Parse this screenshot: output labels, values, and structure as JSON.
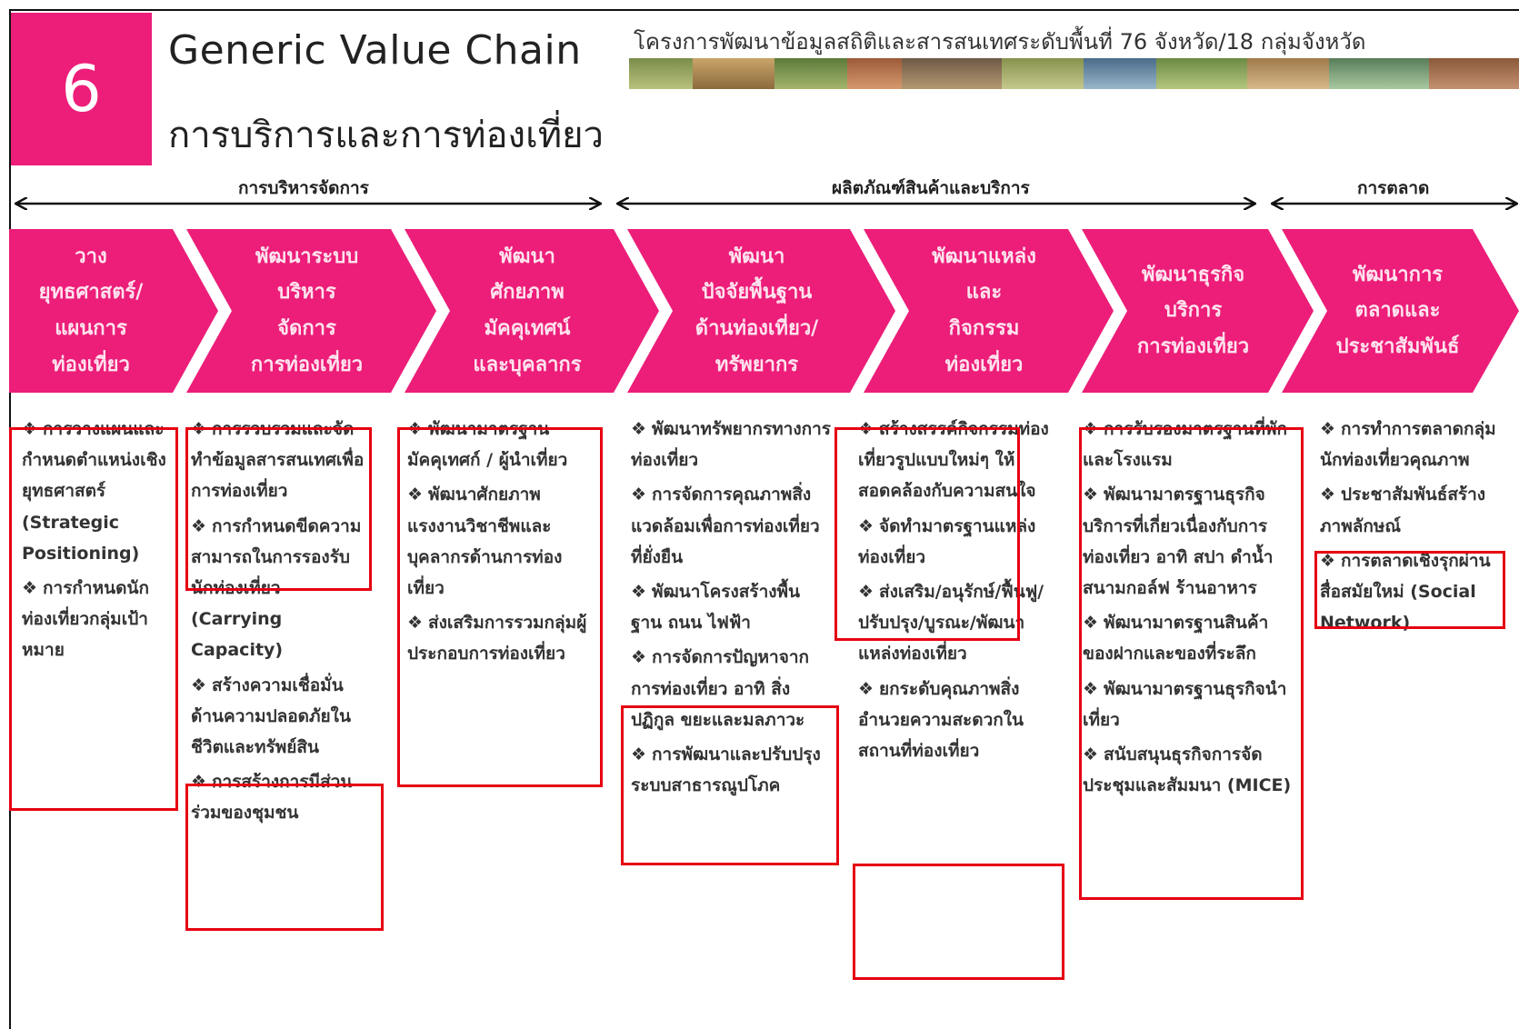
{
  "header": {
    "number": "6",
    "title_en": "Generic Value Chain",
    "title_th": "การบริการและการท่องเที่ยว",
    "project_text": "โครงการพัฒนาข้อมูลสถิติและสารสนเทศระดับพื้นที่ 76 จังหวัด/18 กลุ่มจังหวัด"
  },
  "groups": [
    {
      "label": "การบริหารจัดการ"
    },
    {
      "label": "ผลิตภัณฑ์สินค้าและบริการ"
    },
    {
      "label": "การตลาด"
    }
  ],
  "chevrons": [
    {
      "label": "วาง\nยุทธศาสตร์/\nแผนการ\nท่องเที่ยว"
    },
    {
      "label": "พัฒนาระบบ\nบริหาร\nจัดการ\nการท่องเที่ยว"
    },
    {
      "label": "พัฒนา\nศักยภาพ\nมัคคุเทศน์\nและบุคลากร"
    },
    {
      "label": "พัฒนา\nปัจจัยพื้นฐาน\nด้านท่องเที่ยว/\nทรัพยากร"
    },
    {
      "label": "พัฒนาแหล่ง\nและ\nกิจกรรม\nท่องเที่ยว"
    },
    {
      "label": "พัฒนาธุรกิจ\nบริการ\nการท่องเที่ยว"
    },
    {
      "label": "พัฒนาการ\nตลาดและ\nประชาสัมพันธ์"
    }
  ],
  "bullet": "❖",
  "columns": [
    {
      "items": [
        "การวางแผนและกำหนดตำแหน่งเชิงยุทธศาสตร์ (Strategic Positioning)",
        "การกำหนดนักท่องเที่ยวกลุ่มเป้าหมาย"
      ]
    },
    {
      "items": [
        "การรวบรวมและจัดทำข้อมูลสารสนเทศเพื่อการท่องเที่ยว",
        "การกำหนดขีดความสามารถในการรองรับนักท่องเที่ยว (Carrying Capacity)",
        "สร้างความเชื่อมั่นด้านความปลอดภัยในชีวิตและทรัพย์สิน",
        "การสร้างการมีส่วนร่วมของชุมชน"
      ]
    },
    {
      "items": [
        "พัฒนามาตรฐานมัคคุเทศก์ / ผู้นำเที่ยว",
        "พัฒนาศักยภาพแรงงานวิชาชีพและบุคลากรด้านการท่องเที่ยว",
        "ส่งเสริมการรวมกลุ่มผู้ประกอบการท่องเที่ยว"
      ]
    },
    {
      "items": [
        "พัฒนาทรัพยากรทางการท่องเที่ยว",
        "การจัดการคุณภาพสิ่งแวดล้อมเพื่อการท่องเที่ยวที่ยั่งยืน",
        "พัฒนาโครงสร้างพื้นฐาน ถนน ไฟฟ้า",
        "การจัดการปัญหาจากการท่องเที่ยว อาทิ สิ่งปฏิกูล ขยะและมลภาวะ",
        "การพัฒนาและปรับปรุงระบบสาธารณูปโภค"
      ]
    },
    {
      "items": [
        "สร้างสรรค์กิจกรรมท่องเที่ยวรูปแบบใหม่ๆ ให้สอดคล้องกับความสนใจ",
        "จัดทำมาตรฐานแหล่งท่องเที่ยว",
        "ส่งเสริม/อนุรักษ์/ฟื้นฟู/ปรับปรุง/บูรณะ/พัฒนาแหล่งท่องเที่ยว",
        "ยกระดับคุณภาพสิ่งอำนวยความสะดวกในสถานที่ท่องเที่ยว"
      ]
    },
    {
      "items": [
        "การรับรองมาตรฐานที่พักและโรงแรม",
        "พัฒนามาตรฐานธุรกิจบริการที่เกี่ยวเนื่องกับการท่องเที่ยว อาทิ สปา ดำน้ำ สนามกอล์ฟ ร้านอาหาร",
        "พัฒนามาตรฐานสินค้าของฝากและของที่ระลึก",
        "พัฒนามาตรฐานธุรกิจนำเที่ยว",
        "สนับสนุนธุรกิจการจัดประชุมและสัมมนา (MICE)"
      ]
    },
    {
      "items": [
        "การทำการตลาดกลุ่มนักท่องเที่ยวคุณภาพ",
        "ประชาสัมพันธ์สร้างภาพลักษณ์",
        "การตลาดเชิงรุกผ่านสื่อสมัยใหม่ (Social Network)"
      ]
    }
  ],
  "colors": {
    "accent": "#ec1e79",
    "highlight": "#e60012",
    "chevron_text": "#ffe3ee"
  }
}
